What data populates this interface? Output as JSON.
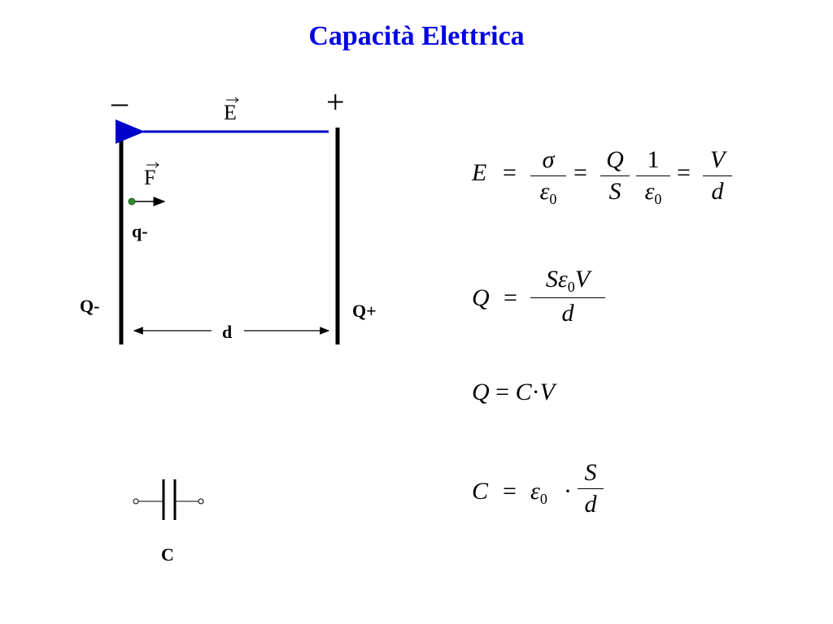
{
  "title": "Capacità Elettrica",
  "diagram": {
    "minus_sign": "–",
    "plus_sign": "+",
    "field_label": "E",
    "force_label": "F",
    "charge_label": "q-",
    "plate_left_label": "Q-",
    "plate_right_label": "Q+",
    "distance_label": "d",
    "capacitor_label": "C"
  },
  "colors": {
    "title": "#0000e6",
    "field_arrow": "#0000cc",
    "charge_dot": "#2e8b2e"
  },
  "equations": {
    "eq1": {
      "lhs": "E",
      "eq": "=",
      "f1_num": "σ",
      "f1_den": "ε",
      "f1_den_sub": "0",
      "f2_num": "Q",
      "f2_den": "S",
      "f3_num": "1",
      "f3_den": "ε",
      "f3_den_sub": "0",
      "f4_num": "V",
      "f4_den": "d"
    },
    "eq2": {
      "lhs": "Q",
      "eq": "=",
      "num_a": "S",
      "num_b": "ε",
      "num_sub": "0",
      "num_c": "V",
      "den": "d"
    },
    "eq3": {
      "text_q": "Q",
      "eq": "=",
      "text_c": "C",
      "dot": "·",
      "text_v": "V"
    },
    "eq4": {
      "lhs": "C",
      "eq": "=",
      "eps": "ε",
      "eps_sub": "0",
      "dot": "·",
      "num": "S",
      "den": "d"
    }
  }
}
